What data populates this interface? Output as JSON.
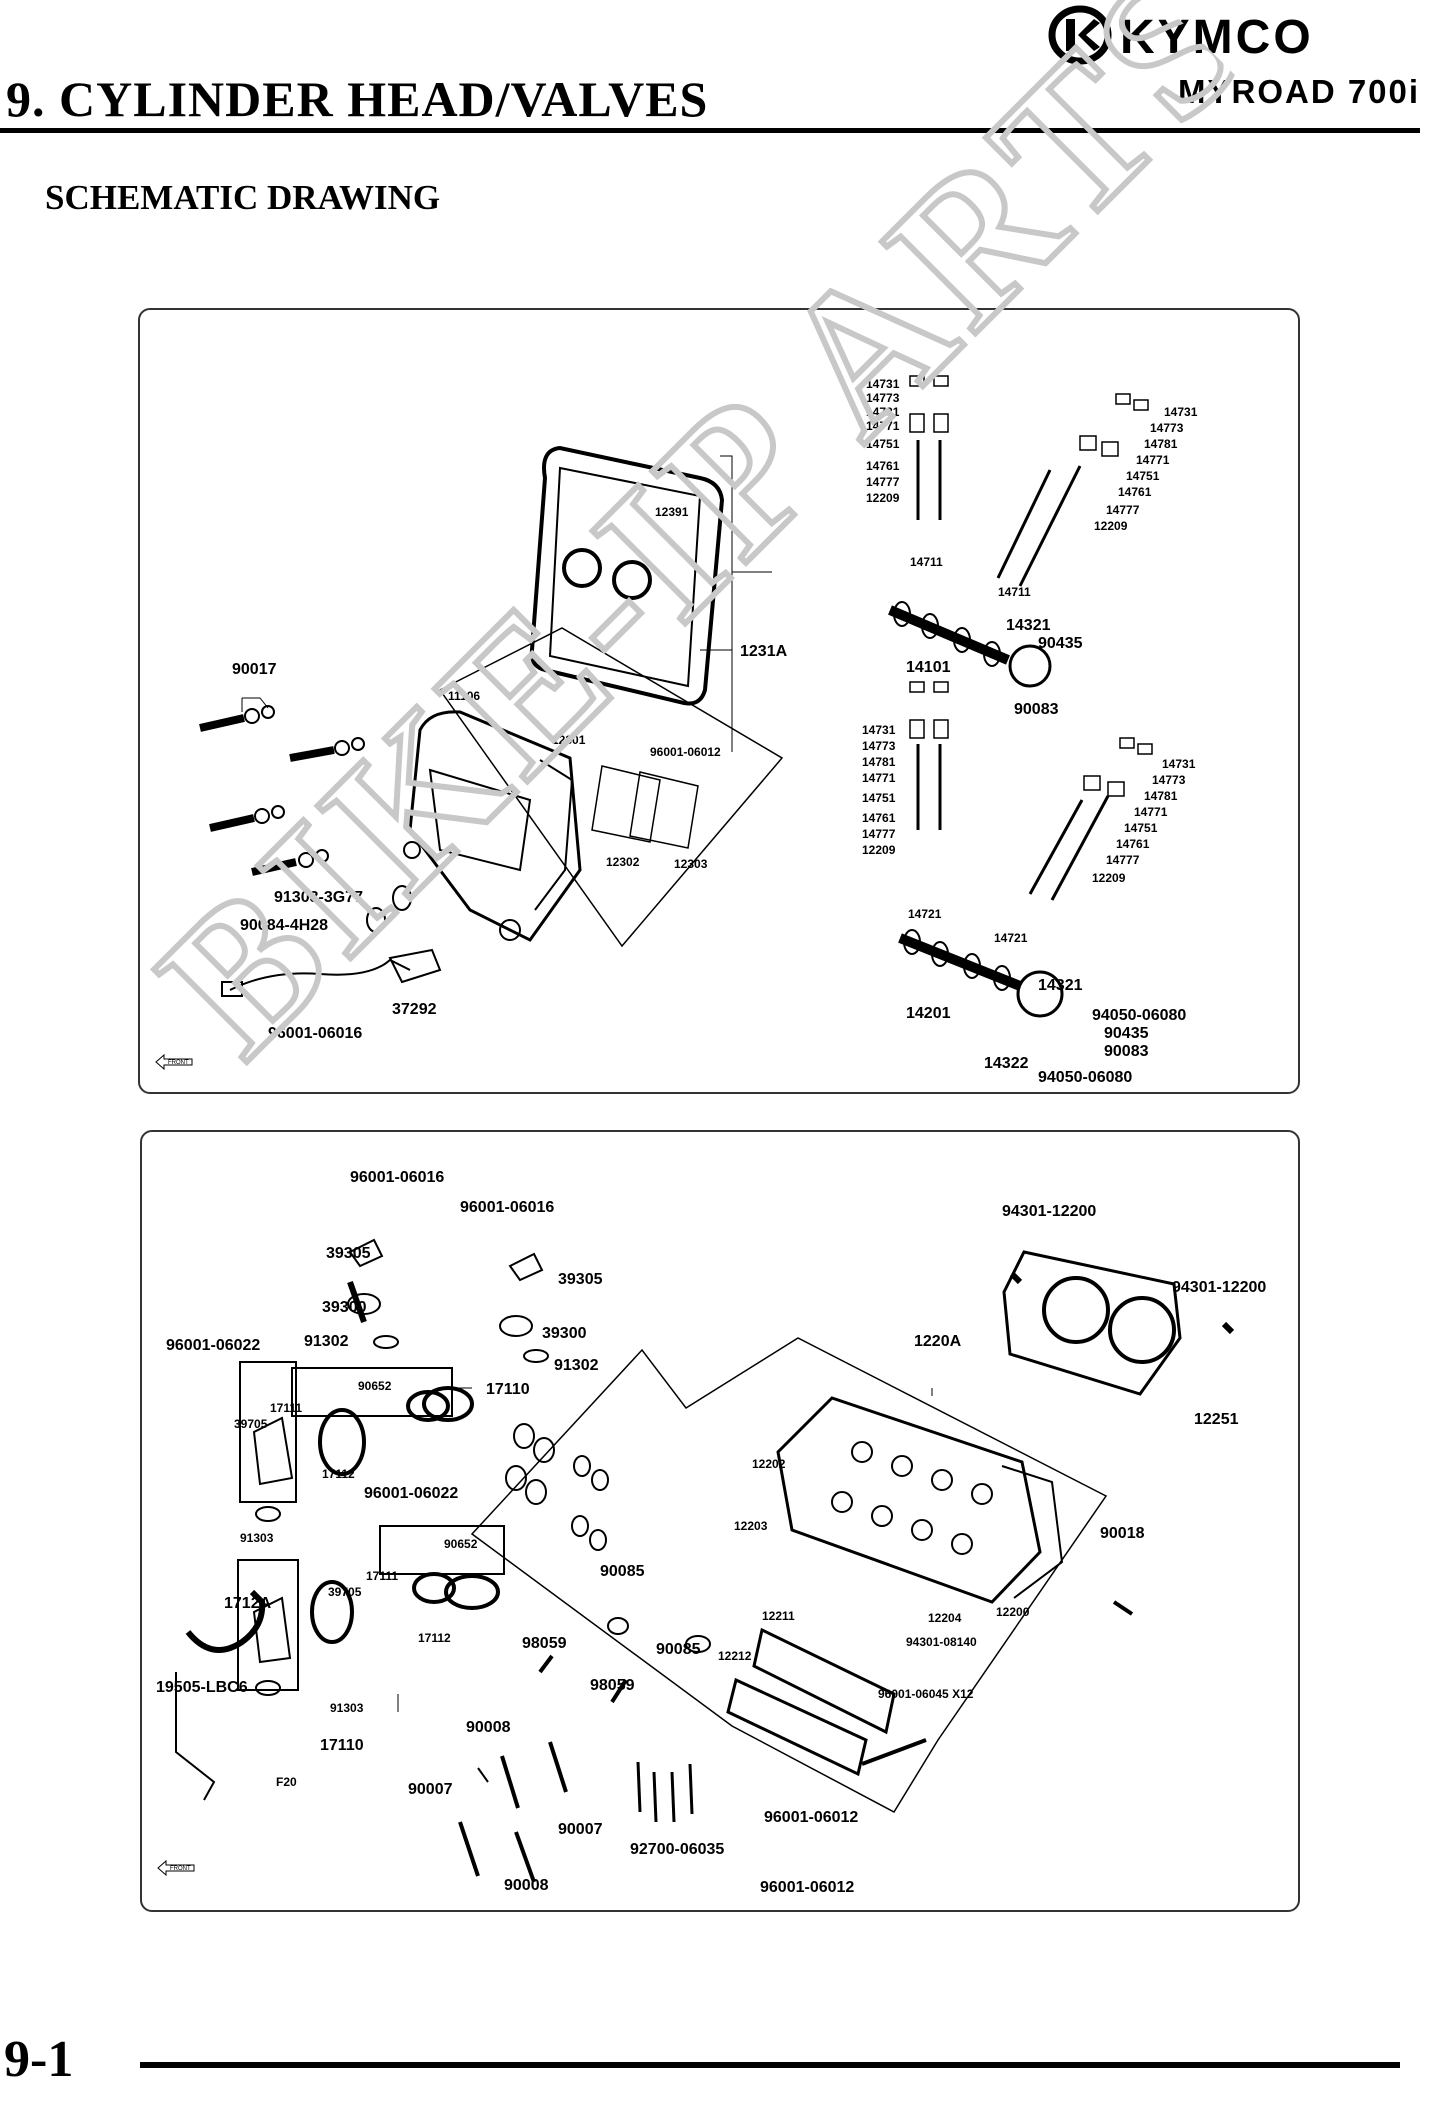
{
  "header": {
    "title": "9. CYLINDER HEAD/VALVES",
    "brand": "KYMCO",
    "model": "MYROAD 700i"
  },
  "section_heading": "SCHEMATIC DRAWING",
  "watermark": "BIKE-IP ARTS",
  "diagram_top": {
    "front_tag": "FRONT",
    "labels": [
      "14731",
      "14773",
      "14781",
      "14771",
      "14751",
      "14761",
      "14777",
      "12209",
      "14711",
      "14731",
      "14773",
      "14781",
      "14771",
      "14751",
      "14761",
      "14777",
      "12209",
      "14711",
      "12391",
      "1231A",
      "14321",
      "90435",
      "14101",
      "90083",
      "90017",
      "11106",
      "12301",
      "96001-06012",
      "12302",
      "12303",
      "91303-3G77",
      "90084-4H28",
      "37292",
      "96001-06016",
      "14731",
      "14773",
      "14781",
      "14771",
      "14751",
      "14761",
      "14777",
      "12209",
      "14721",
      "14731",
      "14773",
      "14781",
      "14771",
      "14751",
      "14761",
      "14777",
      "12209",
      "14721",
      "14321",
      "14201",
      "94050-06080",
      "90435",
      "90083",
      "14322",
      "94050-06080"
    ]
  },
  "diagram_bottom": {
    "front_tag": "FRONT",
    "labels": [
      "96001-06016",
      "96001-06016",
      "39305",
      "39305",
      "39300",
      "39300",
      "96001-06022",
      "91302",
      "91302",
      "90652",
      "17110",
      "17111",
      "39705",
      "17112",
      "91303",
      "96001-06022",
      "90652",
      "17111",
      "39705",
      "17112",
      "91303",
      "17110",
      "1712A",
      "19505-LBC6",
      "F20",
      "98059",
      "98059",
      "90085",
      "90085",
      "12202",
      "12203",
      "1220A",
      "94301-12200",
      "94301-12200",
      "12251",
      "90018",
      "12200",
      "12211",
      "12204",
      "12212",
      "94301-08140",
      "96001-06045 X12",
      "90008",
      "90007",
      "90007",
      "90008",
      "92700-06035",
      "96001-06012",
      "96001-06012"
    ]
  },
  "footer": {
    "page_number": "9-1"
  }
}
